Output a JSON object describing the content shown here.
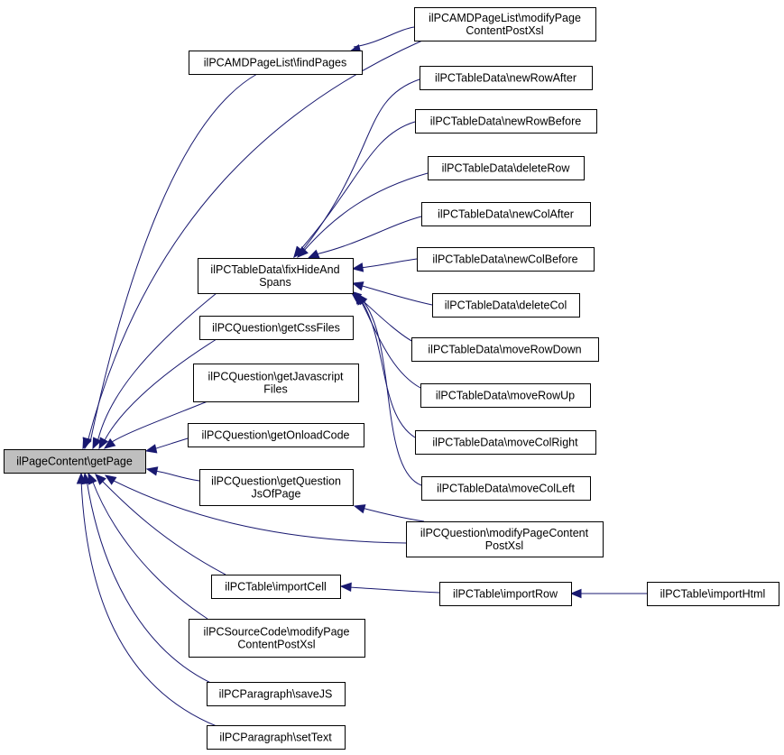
{
  "diagram": {
    "type": "call-graph",
    "colors": {
      "edge": "#191970",
      "node_border": "#000000",
      "node_fill": "#ffffff",
      "root_fill": "#bfbfbf"
    },
    "nodes": [
      {
        "id": "getPage",
        "lines": [
          "ilPageContent\\getPage"
        ],
        "root": true
      },
      {
        "id": "findPages",
        "lines": [
          "ilPCAMDPageList\\findPages"
        ]
      },
      {
        "id": "amdModify",
        "lines": [
          "ilPCAMDPageList\\modifyPage",
          "ContentPostXsl"
        ]
      },
      {
        "id": "fixHide",
        "lines": [
          "ilPCTableData\\fixHideAnd",
          "Spans"
        ]
      },
      {
        "id": "newRowAfter",
        "lines": [
          "ilPCTableData\\newRowAfter"
        ]
      },
      {
        "id": "newRowBefore",
        "lines": [
          "ilPCTableData\\newRowBefore"
        ]
      },
      {
        "id": "deleteRow",
        "lines": [
          "ilPCTableData\\deleteRow"
        ]
      },
      {
        "id": "newColAfter",
        "lines": [
          "ilPCTableData\\newColAfter"
        ]
      },
      {
        "id": "newColBefore",
        "lines": [
          "ilPCTableData\\newColBefore"
        ]
      },
      {
        "id": "deleteCol",
        "lines": [
          "ilPCTableData\\deleteCol"
        ]
      },
      {
        "id": "moveRowDown",
        "lines": [
          "ilPCTableData\\moveRowDown"
        ]
      },
      {
        "id": "moveRowUp",
        "lines": [
          "ilPCTableData\\moveRowUp"
        ]
      },
      {
        "id": "moveColRight",
        "lines": [
          "ilPCTableData\\moveColRight"
        ]
      },
      {
        "id": "moveColLeft",
        "lines": [
          "ilPCTableData\\moveColLeft"
        ]
      },
      {
        "id": "getCssFiles",
        "lines": [
          "ilPCQuestion\\getCssFiles"
        ]
      },
      {
        "id": "getJsFiles",
        "lines": [
          "ilPCQuestion\\getJavascript",
          "Files"
        ]
      },
      {
        "id": "getOnload",
        "lines": [
          "ilPCQuestion\\getOnloadCode"
        ]
      },
      {
        "id": "getQJs",
        "lines": [
          "ilPCQuestion\\getQuestion",
          "JsOfPage"
        ]
      },
      {
        "id": "qModify",
        "lines": [
          "ilPCQuestion\\modifyPageContent",
          "PostXsl"
        ]
      },
      {
        "id": "importCell",
        "lines": [
          "ilPCTable\\importCell"
        ]
      },
      {
        "id": "importRow",
        "lines": [
          "ilPCTable\\importRow"
        ]
      },
      {
        "id": "importHtml",
        "lines": [
          "ilPCTable\\importHtml"
        ]
      },
      {
        "id": "srcModify",
        "lines": [
          "ilPCSourceCode\\modifyPage",
          "ContentPostXsl"
        ]
      },
      {
        "id": "saveJS",
        "lines": [
          "ilPCParagraph\\saveJS"
        ]
      },
      {
        "id": "setText",
        "lines": [
          "ilPCParagraph\\setText"
        ]
      }
    ],
    "edges": [
      {
        "from": "findPages",
        "to": "getPage"
      },
      {
        "from": "amdModify",
        "to": "findPages"
      },
      {
        "from": "amdModify",
        "to": "getPage"
      },
      {
        "from": "fixHide",
        "to": "getPage"
      },
      {
        "from": "newRowAfter",
        "to": "fixHide"
      },
      {
        "from": "newRowBefore",
        "to": "fixHide"
      },
      {
        "from": "deleteRow",
        "to": "fixHide"
      },
      {
        "from": "newColAfter",
        "to": "fixHide"
      },
      {
        "from": "newColBefore",
        "to": "fixHide"
      },
      {
        "from": "deleteCol",
        "to": "fixHide"
      },
      {
        "from": "moveRowDown",
        "to": "fixHide"
      },
      {
        "from": "moveRowUp",
        "to": "fixHide"
      },
      {
        "from": "moveColRight",
        "to": "fixHide"
      },
      {
        "from": "moveColLeft",
        "to": "fixHide"
      },
      {
        "from": "getCssFiles",
        "to": "getPage"
      },
      {
        "from": "getJsFiles",
        "to": "getPage"
      },
      {
        "from": "getOnload",
        "to": "getPage"
      },
      {
        "from": "getQJs",
        "to": "getPage"
      },
      {
        "from": "qModify",
        "to": "getQJs"
      },
      {
        "from": "qModify",
        "to": "getPage"
      },
      {
        "from": "importCell",
        "to": "getPage"
      },
      {
        "from": "importRow",
        "to": "importCell"
      },
      {
        "from": "importHtml",
        "to": "importRow"
      },
      {
        "from": "srcModify",
        "to": "getPage"
      },
      {
        "from": "saveJS",
        "to": "getPage"
      },
      {
        "from": "setText",
        "to": "getPage"
      }
    ]
  }
}
